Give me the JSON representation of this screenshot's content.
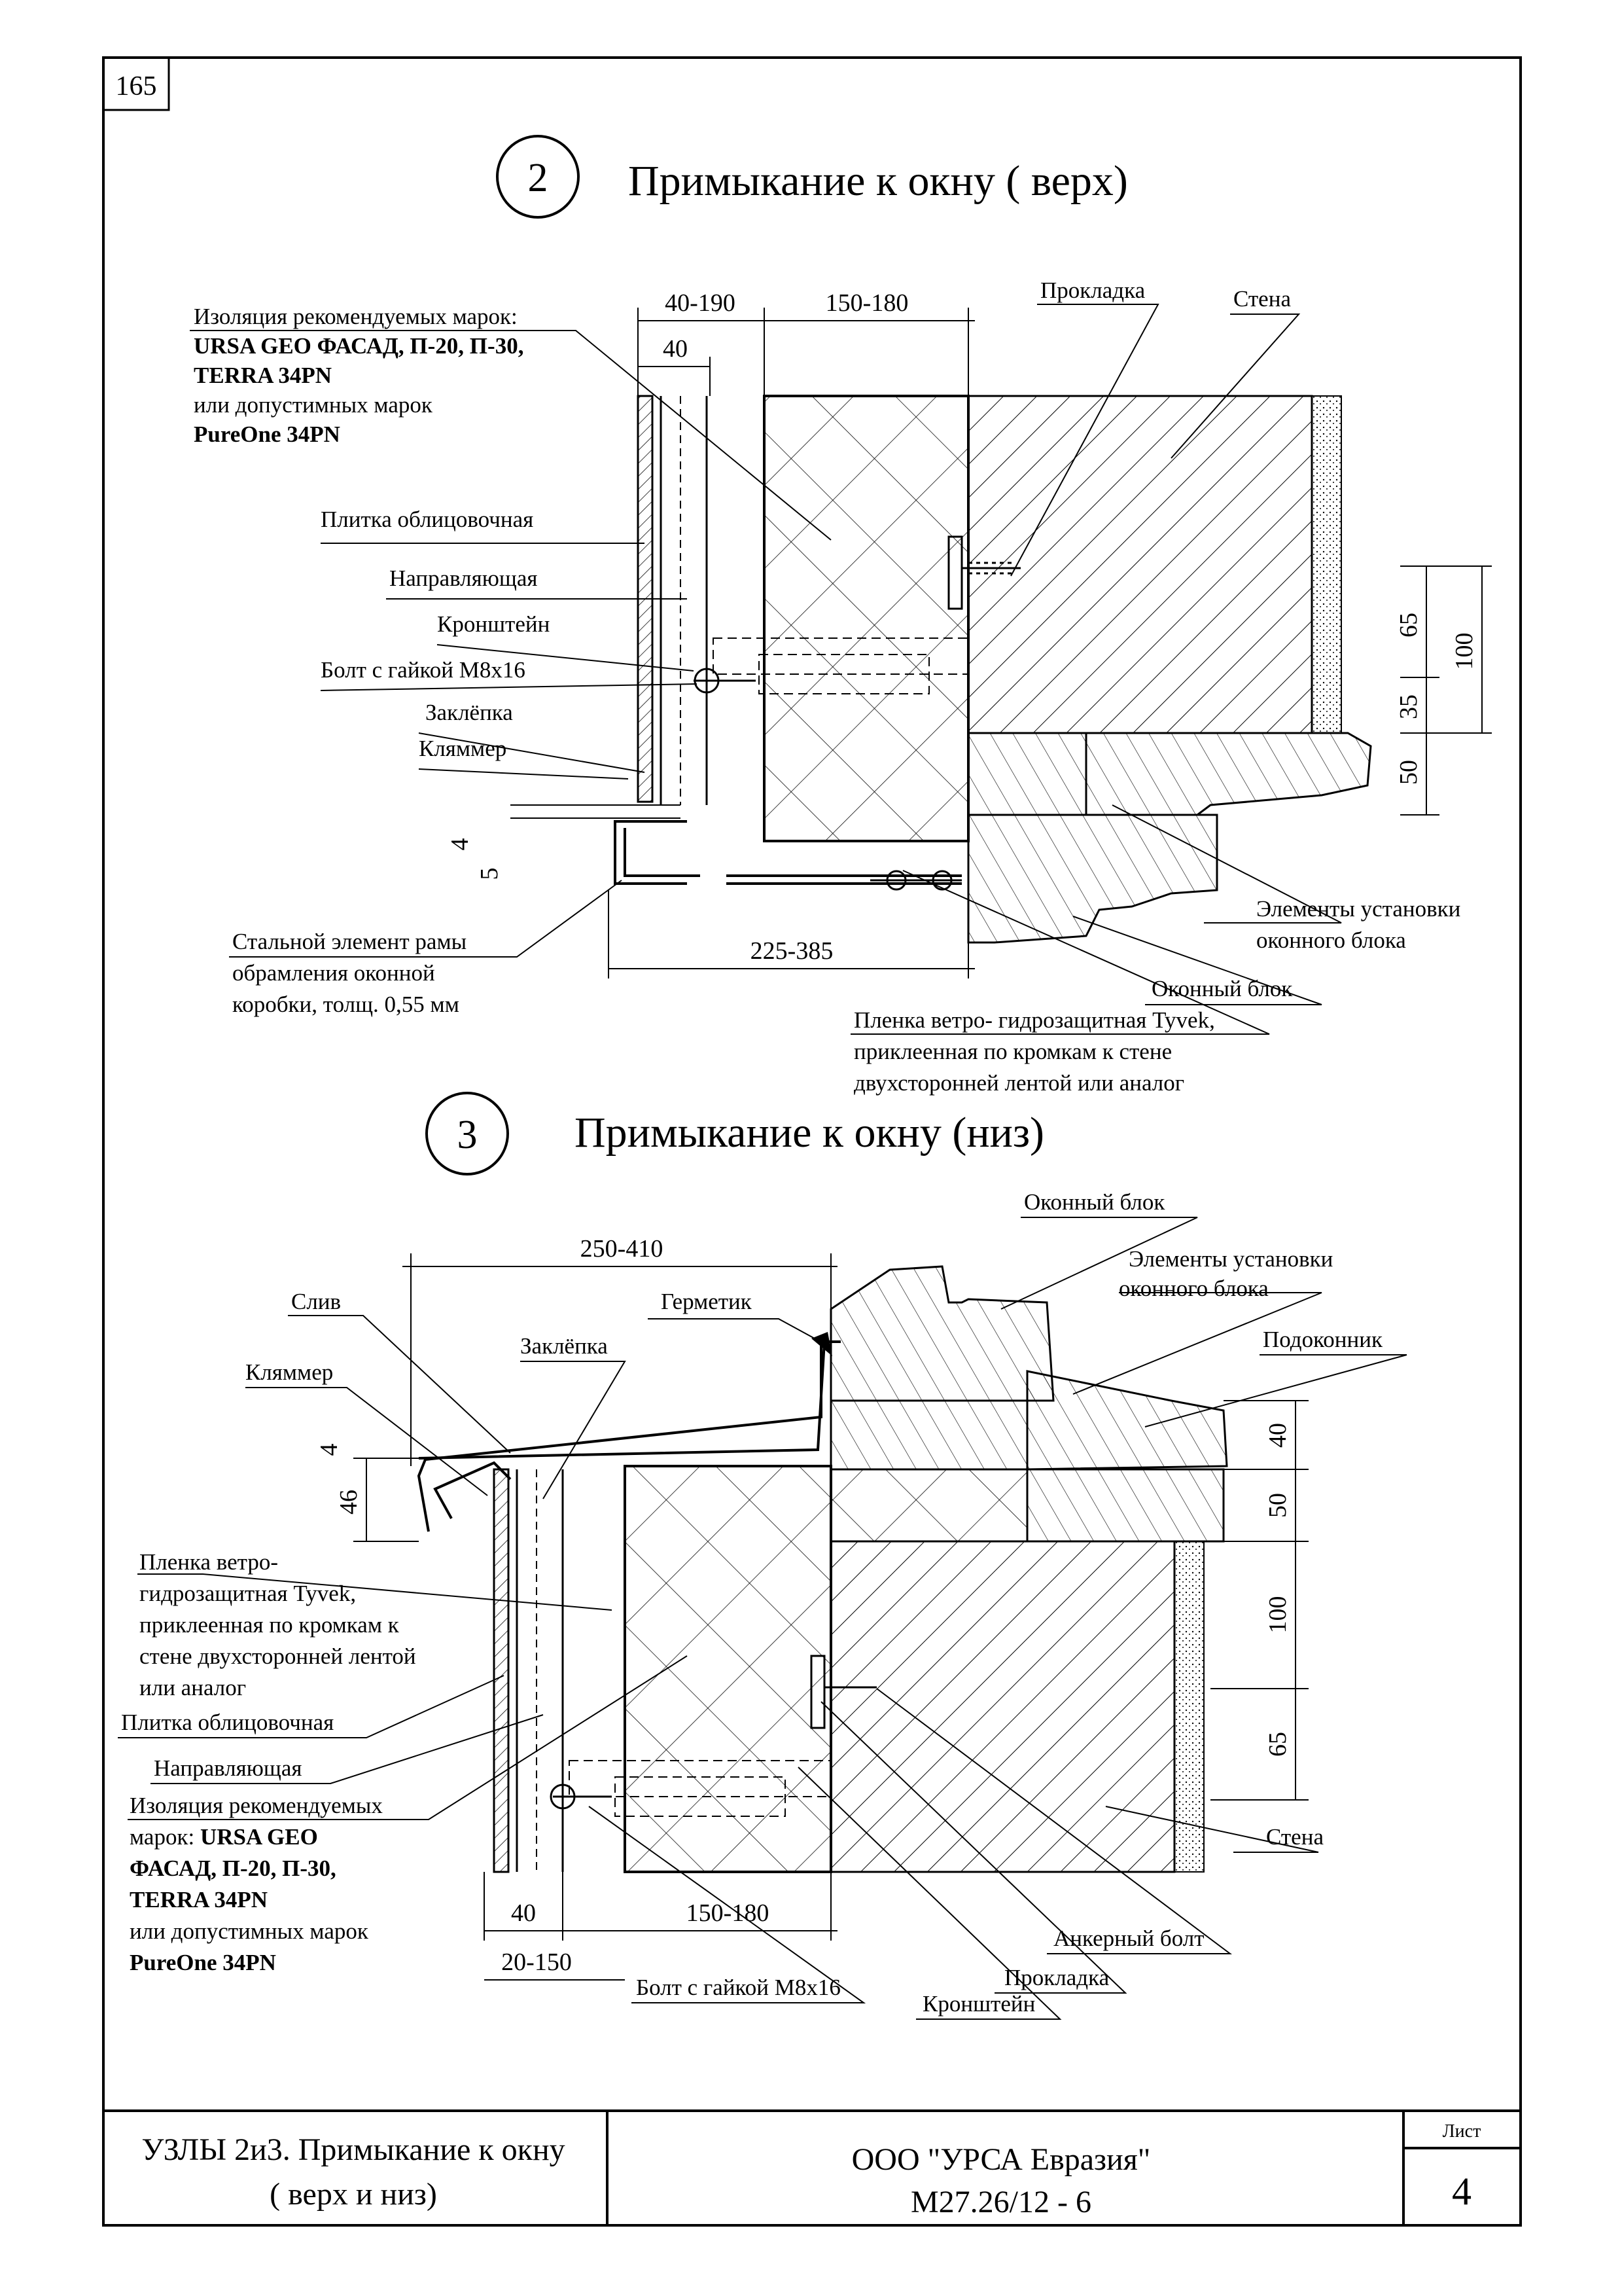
{
  "page_number": "165",
  "detail2": {
    "number": "2",
    "title": "Примыкание к окну ( верх)",
    "insulation": {
      "line1": "Изоляция рекомендуемых марок:",
      "line2": "URSA GEO ФАСАД, П-20, П-30,",
      "line3": "TERRA 34PN",
      "line4": "или допустимных марок",
      "line5": "PureOne 34PN"
    },
    "labels": {
      "tile": "Плитка облицовочная",
      "guide": "Направляющая",
      "bracket": "Кронштейн",
      "bolt": "Болт с гайкой М8х16",
      "rivet": "Заклёпка",
      "clamp": "Кляммер",
      "gasket": "Прокладка",
      "wall": "Стена",
      "steel1": "Стальной элемент рамы",
      "steel2": "обрамления оконной",
      "steel3": "коробки, толщ. 0,55 мм",
      "install1": "Элементы установки",
      "install2": "оконного блока",
      "window": "Оконный блок",
      "film1": "Пленка ветро- гидрозащитная Tyvek,",
      "film2": "приклеенная по кромкам к стене",
      "film3": "двухсторонней лентой или аналог"
    },
    "dims": {
      "d1": "40-190",
      "d2": "150-180",
      "d3": "40",
      "d4": "225-385",
      "d5": "65",
      "d6": "100",
      "d7": "35",
      "d8": "50",
      "d9": "4",
      "d10": "5"
    }
  },
  "detail3": {
    "number": "3",
    "title": "Примыкание к окну (низ)",
    "labels": {
      "window": "Оконный блок",
      "install1": "Элементы установки",
      "install2": "оконного блока",
      "sill": "Подоконник",
      "sealant": "Герметик",
      "drip": "Слив",
      "rivet": "Заклёпка",
      "clamp": "Кляммер",
      "film1": "Пленка ветро-",
      "film2": "гидрозащитная Tyvek,",
      "film3": "приклеенная по кромкам к",
      "film4": "стене двухсторонней лентой",
      "film5": "или аналог",
      "tile": "Плитка облицовочная",
      "guide": "Направляющая",
      "ins1": "Изоляция рекомендуемых",
      "ins2a": "марок: ",
      "ins2b": "URSA GEO",
      "ins3": "ФАСАД, П-20, П-30,",
      "ins4": "TERRA 34PN",
      "ins5": "или допустимных марок",
      "ins6": "PureOne 34PN",
      "wall": "Стена",
      "anchor": "Анкерный болт",
      "gasket": "Прокладка",
      "bracket": "Кронштейн",
      "bolt": "Болт с гайкой М8х16"
    },
    "dims": {
      "d1": "250-410",
      "d2": "4",
      "d3": "46",
      "d4": "40",
      "d5": "50",
      "d6": "100",
      "d7": "65",
      "d8": "40",
      "d9": "150-180",
      "d10": "20-150"
    }
  },
  "title_block": {
    "name_line1": "УЗЛЫ 2и3. Примыкание к окну",
    "name_line2": "( верх и низ)",
    "company": "ООО \"УРСА Евразия\"",
    "code": "М27.26/12 - 6",
    "sheet_label": "Лист",
    "sheet_number": "4"
  }
}
